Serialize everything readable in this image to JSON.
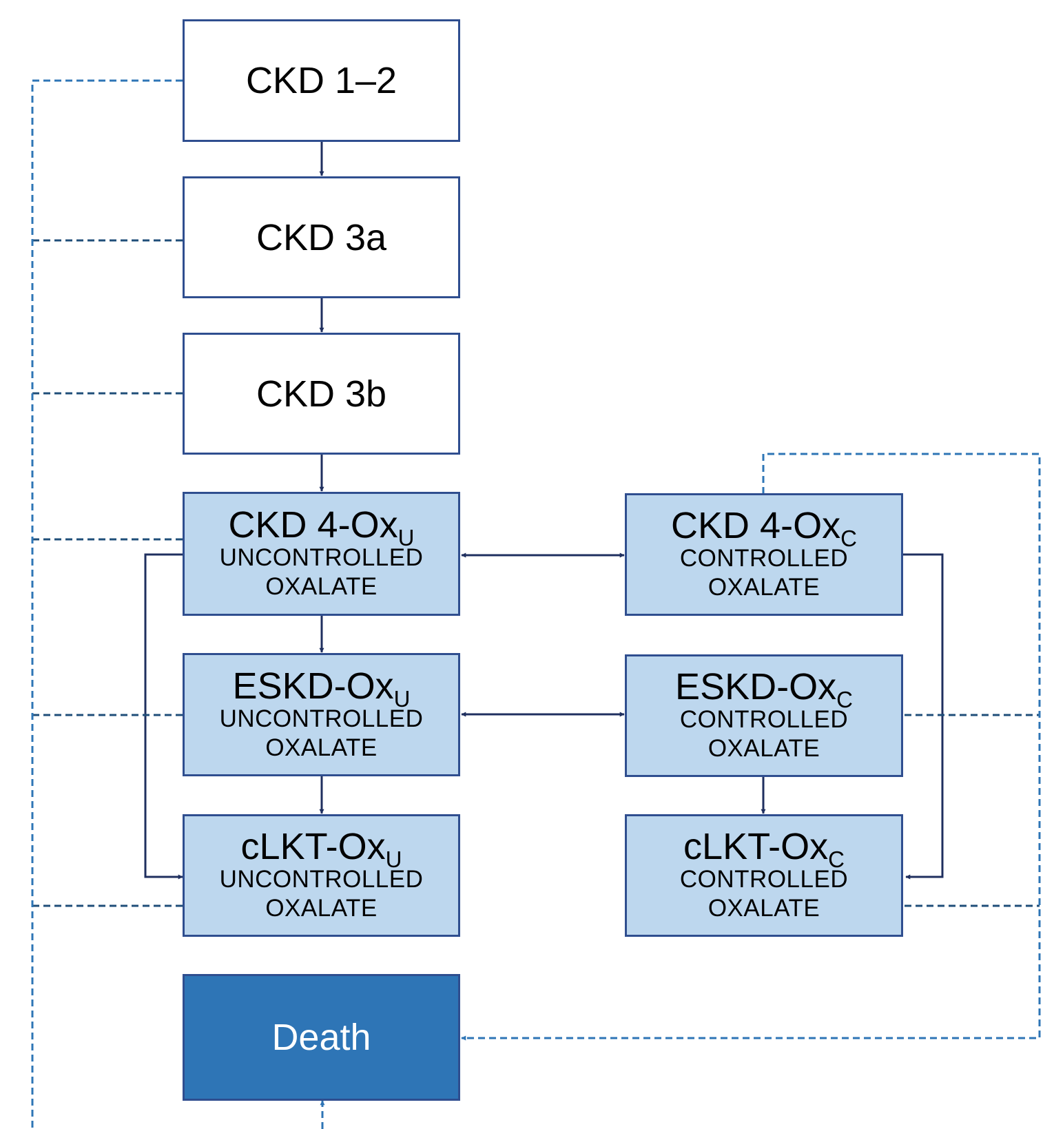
{
  "colors": {
    "stroke_dark": "#1f2f5f",
    "stroke_dashed_dark": "#1f4e79",
    "stroke_dashed_light": "#2e75b6",
    "box_border": "#2f4e8f",
    "box_fill_light": "#bdd7ee",
    "box_fill_death": "#2e75b6"
  },
  "states": {
    "ckd12": {
      "title": "CKD 1–2"
    },
    "ckd3a": {
      "title": "CKD 3a"
    },
    "ckd3b": {
      "title": "CKD 3b"
    },
    "ckd4u": {
      "title": "CKD 4-Ox",
      "sub": "U",
      "line1": "UNCONTROLLED",
      "line2": "OXALATE"
    },
    "eskdu": {
      "title": "ESKD-Ox",
      "sub": "U",
      "line1": "UNCONTROLLED",
      "line2": "OXALATE"
    },
    "clktu": {
      "title": "cLKT-Ox",
      "sub": "U",
      "line1": "UNCONTROLLED",
      "line2": "OXALATE"
    },
    "ckd4c": {
      "title": "CKD 4-Ox",
      "sub": "C",
      "line1": "CONTROLLED",
      "line2": "OXALATE"
    },
    "eskdc": {
      "title": "ESKD-Ox",
      "sub": "C",
      "line1": "CONTROLLED",
      "line2": "OXALATE"
    },
    "clktc": {
      "title": "cLKT-Ox",
      "sub": "C",
      "line1": "CONTROLLED",
      "line2": "OXALATE"
    },
    "death": {
      "title": "Death"
    }
  }
}
